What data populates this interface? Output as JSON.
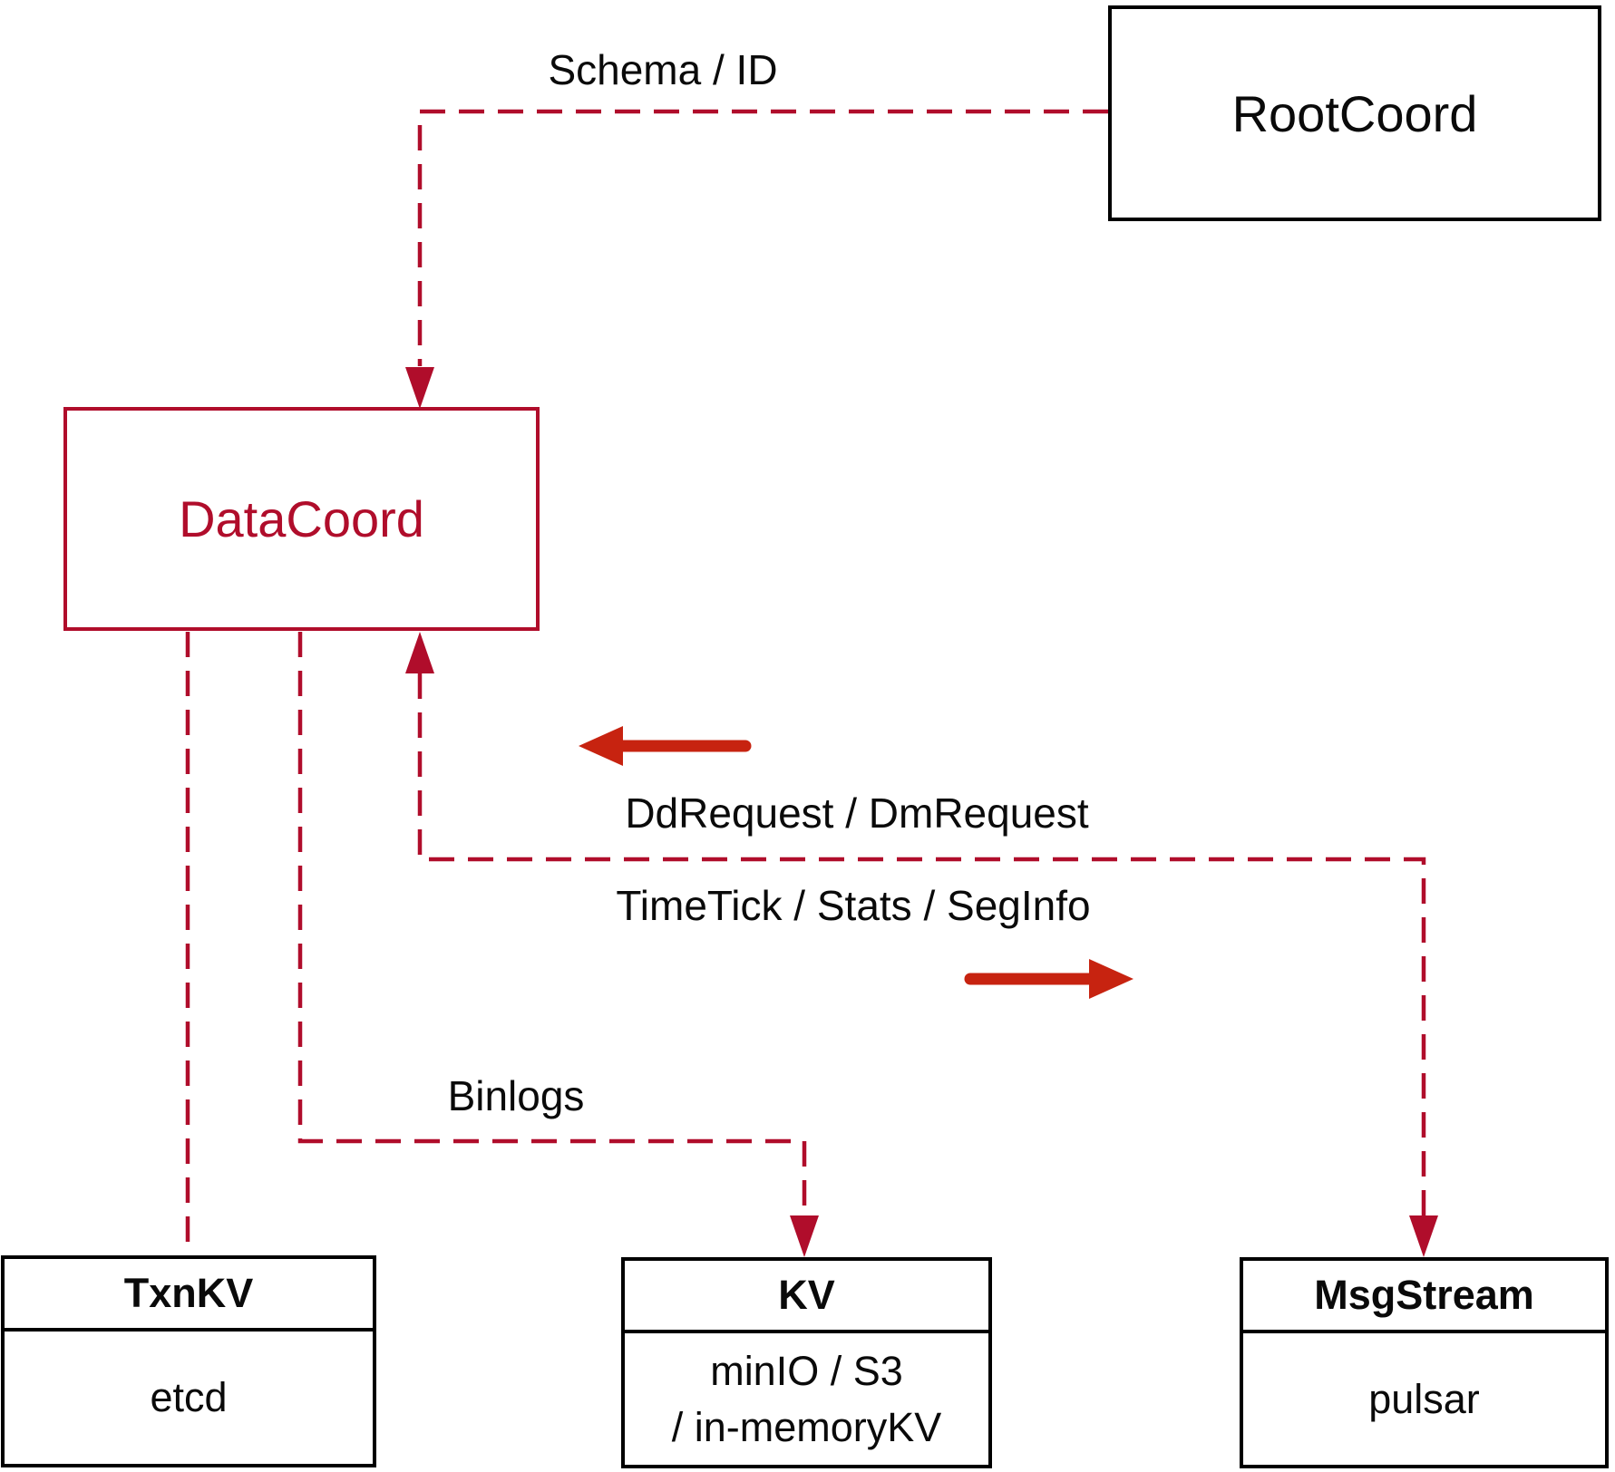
{
  "colors": {
    "crimson": "#b00d2b",
    "arrow_red": "#c72310",
    "ink": "#0a0a0a"
  },
  "nodes": {
    "rootcoord": {
      "label": "RootCoord"
    },
    "datacoord": {
      "label": "DataCoord"
    },
    "txnkv": {
      "title": "TxnKV",
      "body": "etcd"
    },
    "kv": {
      "title": "KV",
      "body_line1": "minIO / S3",
      "body_line2": "/ in-memoryKV"
    },
    "msgstream": {
      "title": "MsgStream",
      "body": "pulsar"
    }
  },
  "edges": {
    "schema_id": {
      "label": "Schema / ID"
    },
    "dd_dm_request": {
      "label": "DdRequest / DmRequest"
    },
    "timetick_stats_seginfo": {
      "label": "TimeTick / Stats / SegInfo"
    },
    "binlogs": {
      "label": "Binlogs"
    }
  }
}
